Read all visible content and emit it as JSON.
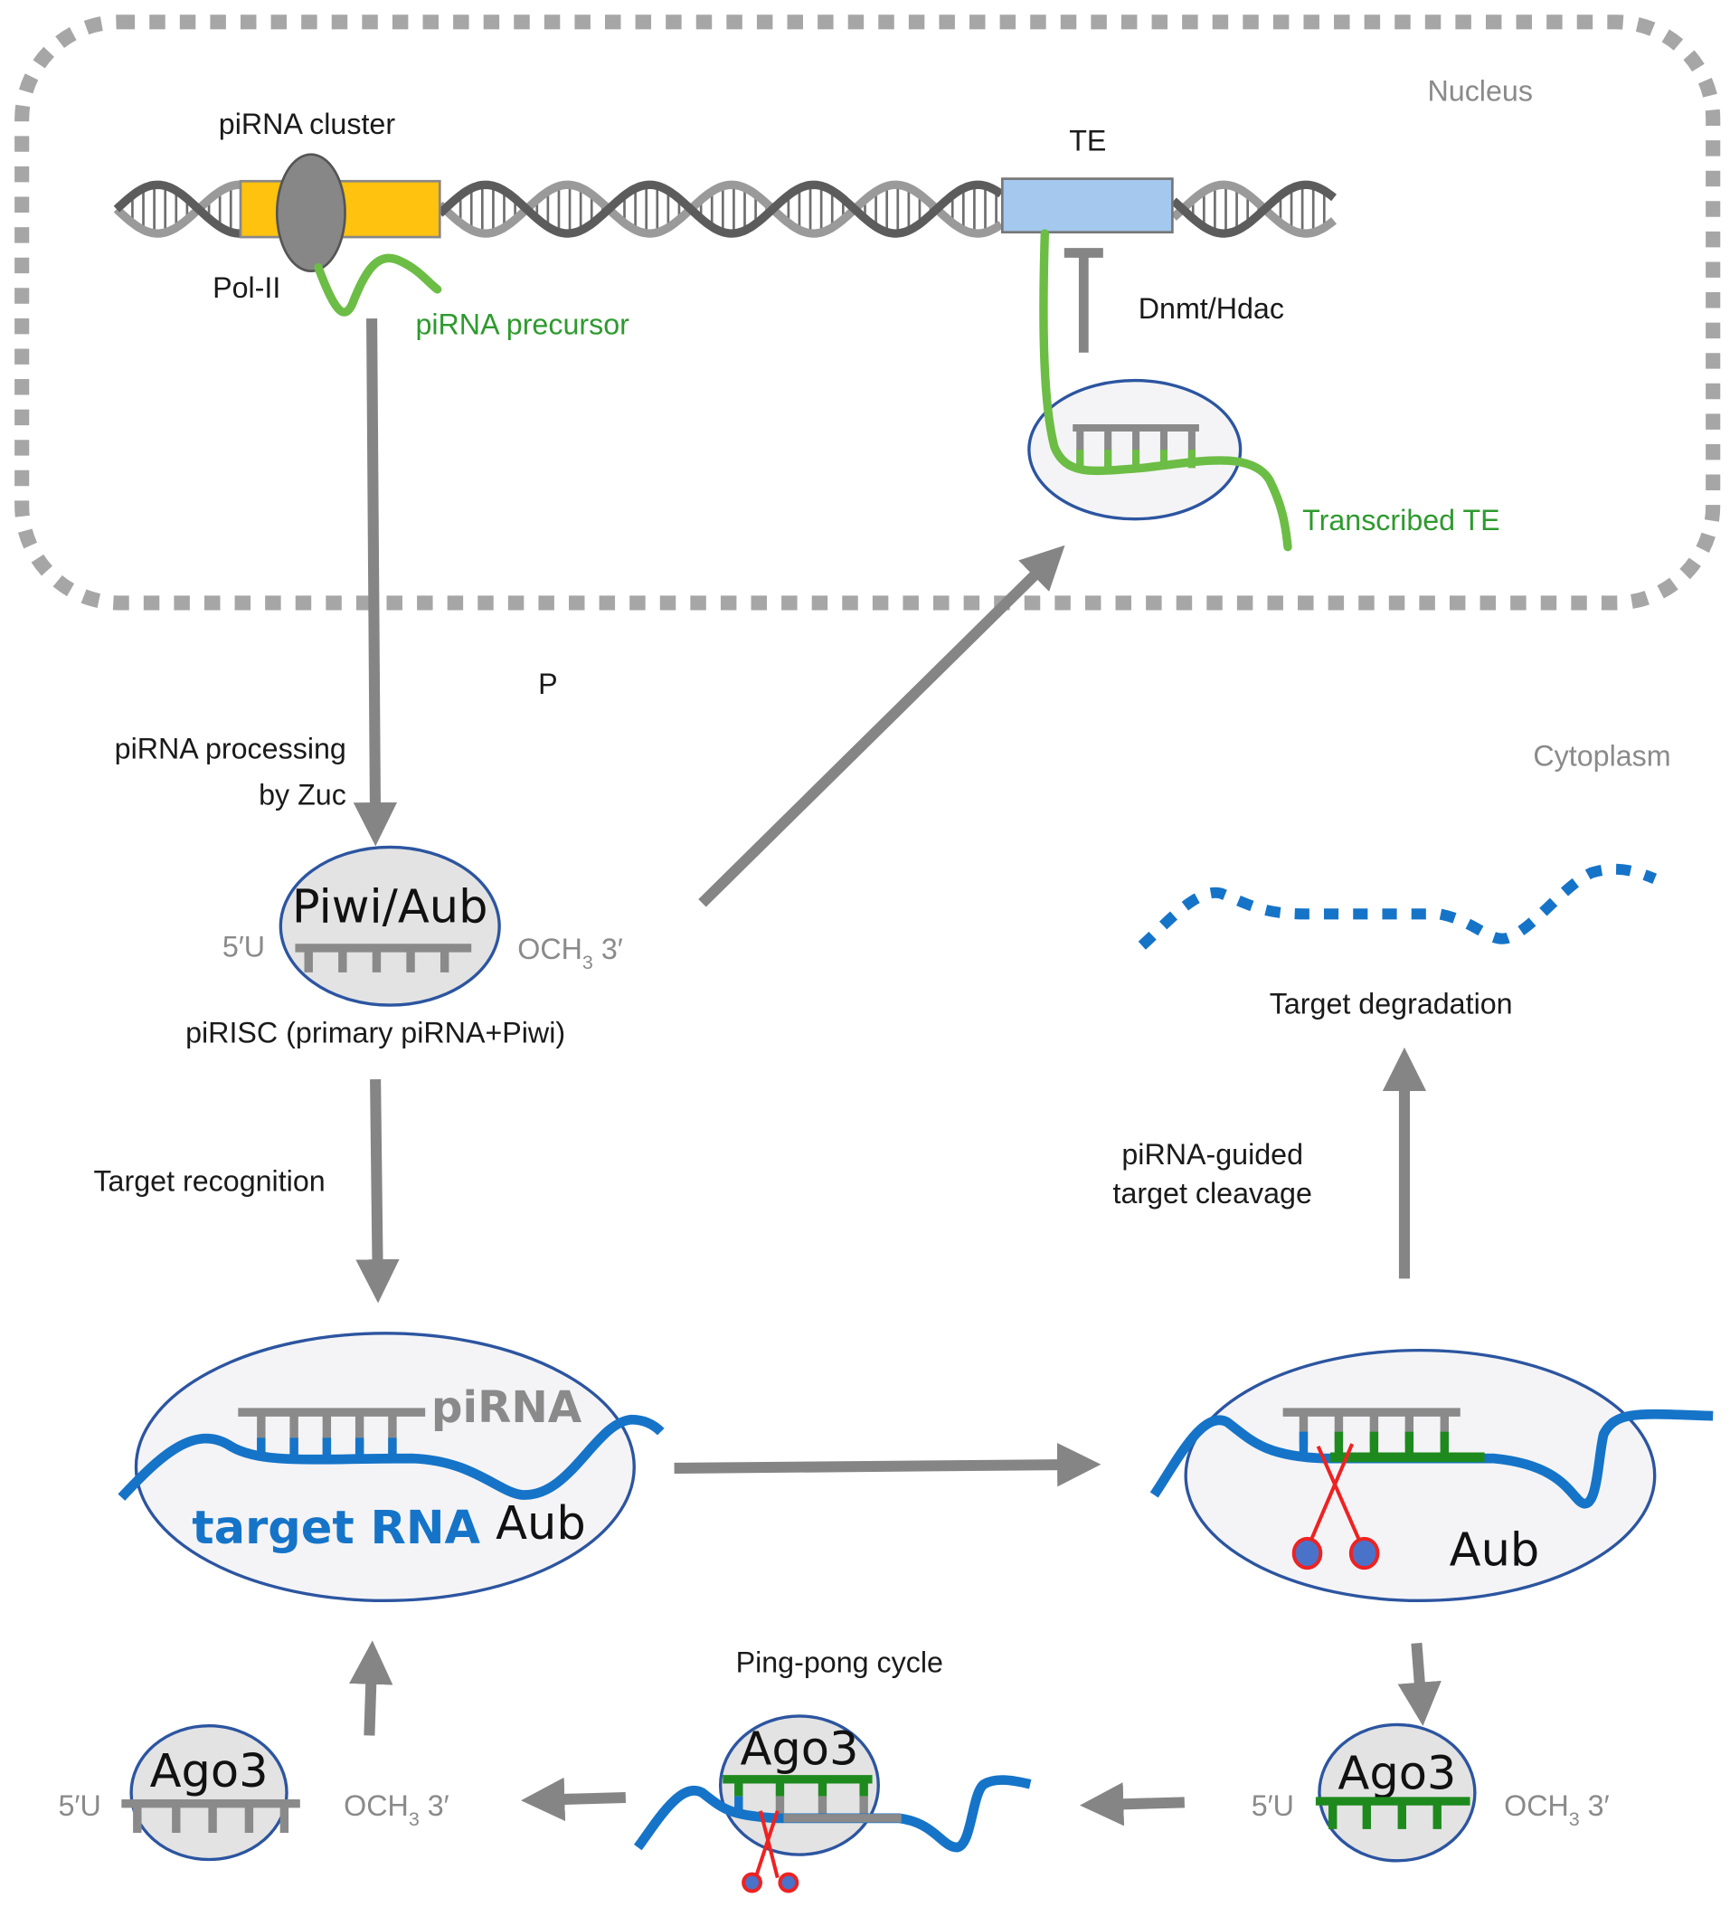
{
  "colors": {
    "arrow": "#858585",
    "nucleus_border": "#a6a6a6",
    "protein_fill": "#e3e3e3",
    "protein_fill_light": "#f4f4f6",
    "protein_border": "#2c55a0",
    "target_rna": "#1574c8",
    "precursor_green": "#6cbd45",
    "pirna_green": "#1e8a1e",
    "pirna_grey": "#8a8a8a",
    "cluster_box": "#ffc20e",
    "te_box": "#a4c8ee",
    "scissors": "#ee2222",
    "scissors_handle": "#4a72c8"
  },
  "compartments": {
    "nucleus": "Nucleus",
    "cytoplasm": "Cytoplasm"
  },
  "nucleus": {
    "pirna_cluster": "piRNA cluster",
    "pol_ii": "Pol-II",
    "pirna_precursor": "piRNA precursor",
    "te": "TE",
    "dnmt_hdac": "Dnmt/Hdac",
    "transcribed_te": "Transcribed TE"
  },
  "labels": {
    "p": "P",
    "processing_line1": "piRNA processing",
    "processing_line2": "by Zuc",
    "pirisc": "piRISC (primary piRNA+Piwi)",
    "target_recognition": "Target recognition",
    "guided_line1": "piRNA-guided",
    "guided_line2": "target cleavage",
    "target_degradation": "Target degradation",
    "ping_pong": "Ping-pong cycle"
  },
  "complexes": {
    "piwi_aub": {
      "name": "Piwi/Aub",
      "five_prime": "5′U",
      "three_prime_och": "OCH",
      "three_prime_sub": "3",
      "three_prime_end": " 3′"
    },
    "aub_recognition": {
      "pirna": "piRNA",
      "target": "target RNA",
      "name": "Aub"
    },
    "aub_cleavage": {
      "name": "Aub"
    },
    "ago3_left": {
      "name": "Ago3",
      "five_prime": "5′U",
      "three_prime_och": "OCH",
      "three_prime_sub": "3",
      "three_prime_end": " 3′"
    },
    "ago3_middle": {
      "name": "Ago3"
    },
    "ago3_right": {
      "name": "Ago3",
      "five_prime": "5′U",
      "three_prime_och": "OCH",
      "three_prime_sub": "3",
      "three_prime_end": " 3′"
    }
  }
}
